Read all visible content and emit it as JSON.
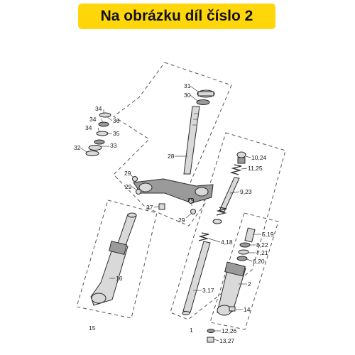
{
  "header": {
    "title": "Na obrázku díl číslo 2",
    "background": "#ffd60a",
    "text_color": "#111111"
  },
  "diagram": {
    "labels": {
      "l31": "31",
      "l30": "30",
      "l34a": "34",
      "l34b": "34",
      "l34c": "34",
      "l36": "36",
      "l35": "35",
      "l32": "32",
      "l33": "33",
      "l28": "28",
      "l29a": "29",
      "l29b": "29",
      "l29c": "29",
      "l29d": "29",
      "l37": "37",
      "l10_24": "10,24",
      "l11_25": "11,25",
      "l9_23": "9,23",
      "l4_18": "4,18",
      "l5_19": "5,19",
      "l8_22": "8,22",
      "l7_21": "7,21",
      "l6_20": "6,20",
      "l2": "2",
      "l16": "16",
      "l3_17": "3,17",
      "l14": "14",
      "l15": "15",
      "l1": "1",
      "l12_26": "12,26",
      "l13_27": "13,27"
    }
  }
}
